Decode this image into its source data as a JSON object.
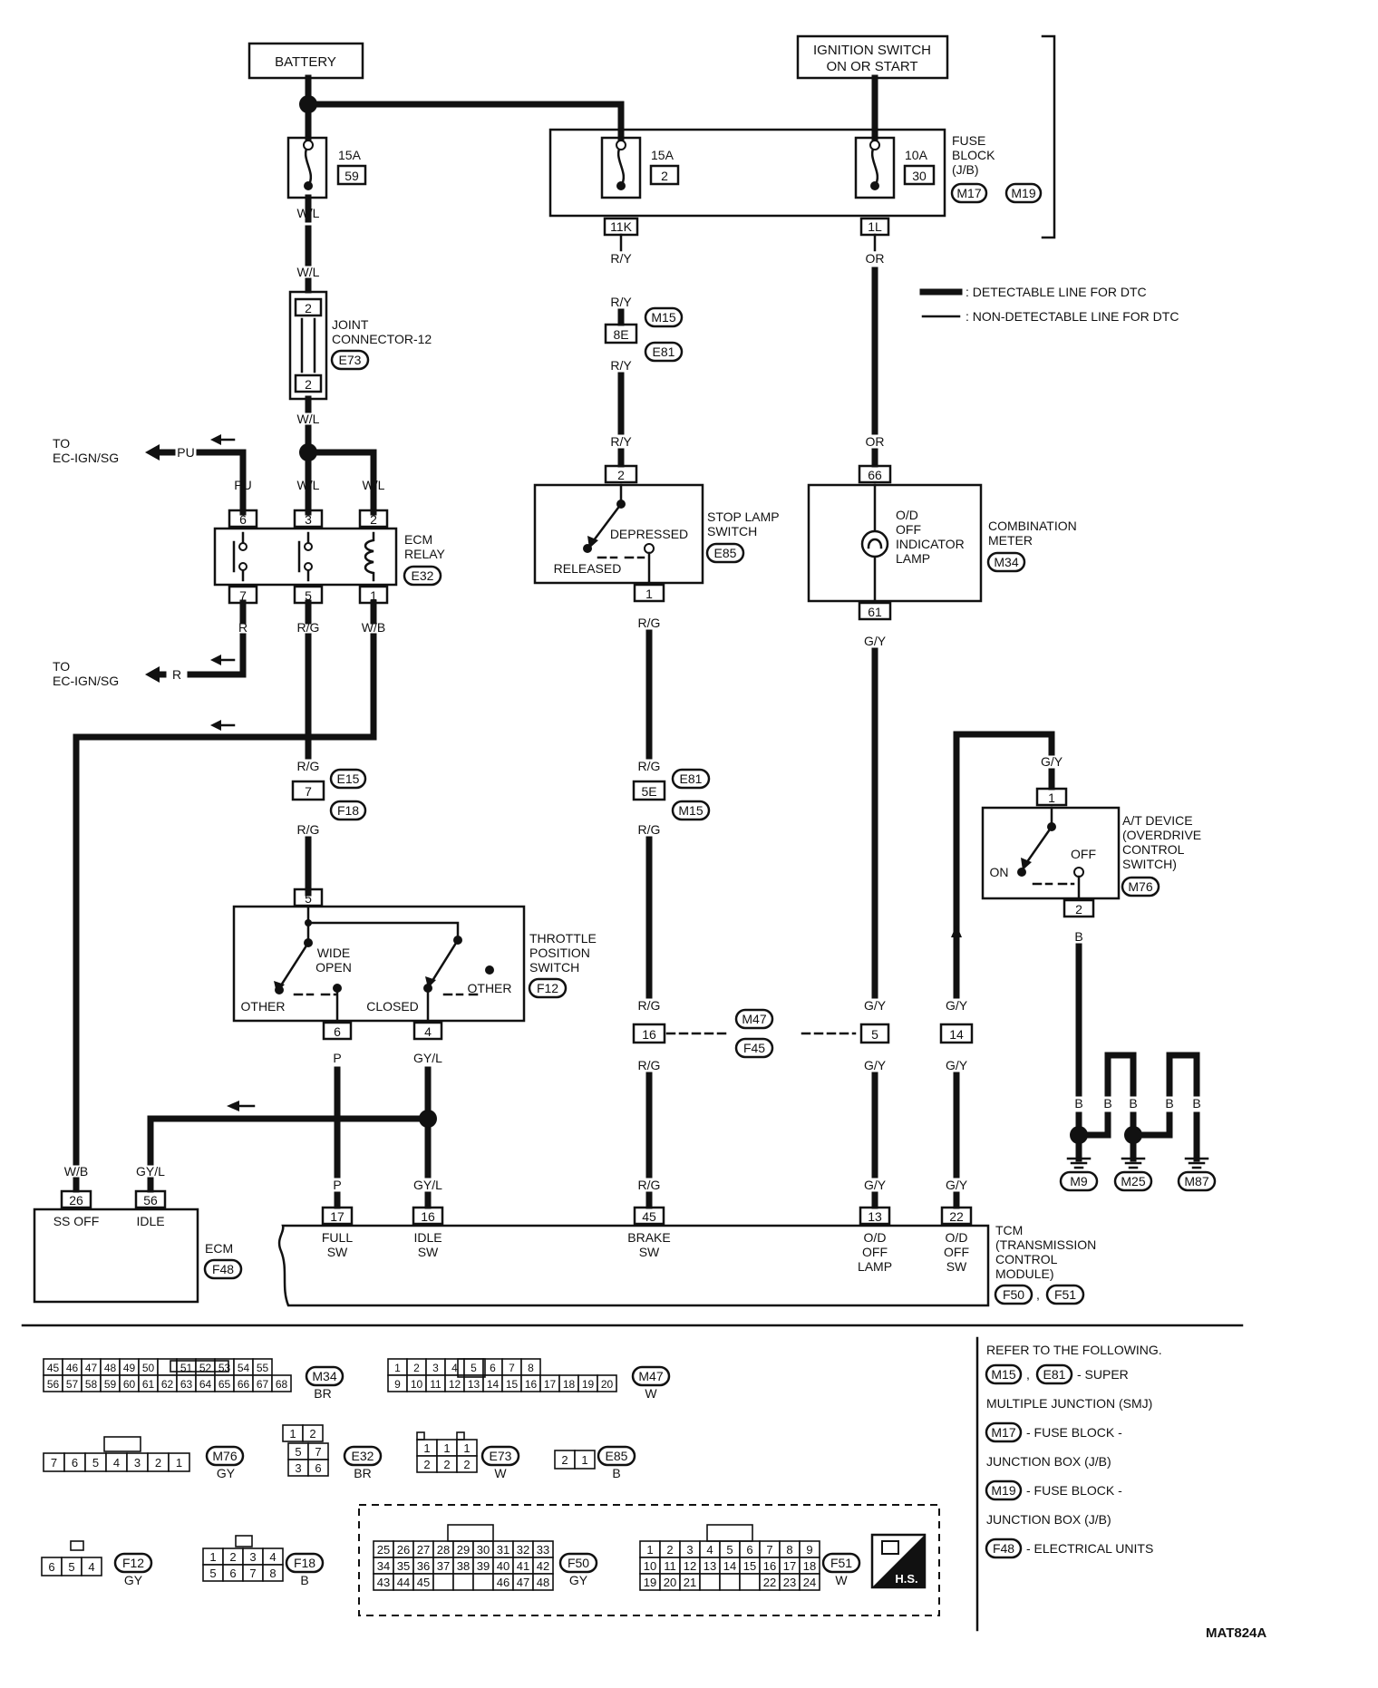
{
  "labels": {
    "battery": "BATTERY",
    "ign_line1": "IGNITION SWITCH",
    "ign_line2": "ON OR START",
    "fuse_block_1": "FUSE",
    "fuse_block_2": "BLOCK",
    "fuse_block_3": "(J/B)",
    "fuse_59_amp": "15A",
    "fuse_59_no": "59",
    "fuse_2_amp": "15A",
    "fuse_2_no": "2",
    "fuse_30_amp": "10A",
    "fuse_30_no": "30",
    "conn_11k": "11K",
    "conn_1l": "1L",
    "legend_detect": ": DETECTABLE LINE FOR DTC",
    "legend_nondetect": ": NON-DETECTABLE LINE FOR DTC",
    "joint_1": "JOINT",
    "joint_2": "CONNECTOR-12",
    "to_ec_1": "TO",
    "to_ec_2": "EC-IGN/SG",
    "ecm_relay_1": "ECM",
    "ecm_relay_2": "RELAY",
    "stop_lamp_1": "STOP LAMP",
    "stop_lamp_2": "SWITCH",
    "depressed": "DEPRESSED",
    "released": "RELEASED",
    "od_1": "O/D",
    "od_2": "OFF",
    "od_3": "INDICATOR",
    "od_4": "LAMP",
    "comb_1": "COMBINATION",
    "comb_2": "METER",
    "at_1": "A/T DEVICE",
    "at_2": "(OVERDRIVE",
    "at_3": "CONTROL",
    "at_4": "SWITCH)",
    "on": "ON",
    "off": "OFF",
    "tps_1": "THROTTLE",
    "tps_2": "POSITION",
    "tps_3": "SWITCH",
    "wide_1": "WIDE",
    "wide_2": "OPEN",
    "other": "OTHER",
    "closed": "CLOSED",
    "ecm": "ECM",
    "ss_off": "SS OFF",
    "idle": "IDLE",
    "full_sw_1": "FULL",
    "full_sw_2": "SW",
    "idle_sw_1": "IDLE",
    "idle_sw_2": "SW",
    "brake_1": "BRAKE",
    "brake_2": "SW",
    "odl_1": "O/D",
    "odl_2": "OFF",
    "odl_3": "LAMP",
    "ods_1": "O/D",
    "ods_2": "OFF",
    "ods_3": "SW",
    "tcm_1": "TCM",
    "tcm_2": "(TRANSMISSION",
    "tcm_3": "CONTROL",
    "tcm_4": "MODULE)",
    "refer_title": "REFER TO THE FOLLOWING.",
    "refer_smj_1": "- SUPER",
    "refer_smj_2": "MULTIPLE JUNCTION (SMJ)",
    "refer_fb_1": "- FUSE BLOCK -",
    "refer_jb": "JUNCTION BOX (J/B)",
    "refer_eu": "- ELECTRICAL UNITS",
    "hs": "H.S.",
    "ref_code": "MAT824A"
  },
  "ids": {
    "M15": "M15",
    "E81": "E81",
    "M17": "M17",
    "M19": "M19",
    "E73": "E73",
    "E32": "E32",
    "E85": "E85",
    "M34": "M34",
    "E15": "E15",
    "F18": "F18",
    "M76": "M76",
    "F12": "F12",
    "M47": "M47",
    "F45": "F45",
    "M9": "M9",
    "M25": "M25",
    "M87": "M87",
    "F48": "F48",
    "F50": "F50",
    "F51": "F51"
  },
  "wires": {
    "WL": "W/L",
    "RY": "R/Y",
    "OR": "OR",
    "PU": "PU",
    "R": "R",
    "RG": "R/G",
    "WB": "W/B",
    "GY": "G/Y",
    "P": "P",
    "GYL": "GY/L",
    "B": "B"
  },
  "pins": {
    "p2": "2",
    "p6": "6",
    "p3": "3",
    "p7": "7",
    "p5": "5",
    "p1": "1",
    "p66": "66",
    "p61": "61",
    "p8e": "8E",
    "p5e": "5E",
    "p4": "4",
    "p16": "16",
    "p14": "14",
    "p26": "26",
    "p56": "56",
    "p17": "17",
    "p45": "45",
    "p13": "13",
    "p22": "22"
  },
  "connectors": {
    "m34_top": [
      "45",
      "46",
      "47",
      "48",
      "49",
      "50",
      "",
      "51",
      "52",
      "53",
      "54",
      "55"
    ],
    "m34_bot": [
      "56",
      "57",
      "58",
      "59",
      "60",
      "61",
      "62",
      "63",
      "64",
      "65",
      "66",
      "67",
      "68"
    ],
    "m34_color": "BR",
    "m47_top": [
      "1",
      "2",
      "3",
      "4",
      "5",
      "6",
      "7",
      "8"
    ],
    "m47_bot": [
      "9",
      "10",
      "11",
      "12",
      "13",
      "14",
      "15",
      "16",
      "17",
      "18",
      "19",
      "20"
    ],
    "m47_color": "W",
    "m76_row": [
      "7",
      "6",
      "5",
      "4",
      "3",
      "2",
      "1"
    ],
    "m76_color": "GY",
    "e32_top": [
      "1",
      "2"
    ],
    "e32_mid": [
      "5",
      "7"
    ],
    "e32_bot": [
      "3",
      "6"
    ],
    "e32_color": "BR",
    "e73_top": [
      "1",
      "1",
      "1"
    ],
    "e73_bot": [
      "2",
      "2",
      "2"
    ],
    "e73_color": "W",
    "e85_row": [
      "2",
      "1"
    ],
    "e85_color": "B",
    "f12_row": [
      "6",
      "5",
      "4"
    ],
    "f12_color": "GY",
    "f18_top": [
      "1",
      "2",
      "3",
      "4"
    ],
    "f18_bot": [
      "5",
      "6",
      "7",
      "8"
    ],
    "f18_color": "B",
    "f50_r1": [
      "25",
      "26",
      "27",
      "28",
      "29",
      "30",
      "31",
      "32",
      "33"
    ],
    "f50_r2": [
      "34",
      "35",
      "36",
      "37",
      "38",
      "39",
      "40",
      "41",
      "42"
    ],
    "f50_r3": [
      "43",
      "44",
      "45",
      "",
      "",
      "",
      "46",
      "47",
      "48"
    ],
    "f50_color": "GY",
    "f51_r1": [
      "1",
      "2",
      "3",
      "4",
      "5",
      "6",
      "7",
      "8",
      "9"
    ],
    "f51_r2": [
      "10",
      "11",
      "12",
      "13",
      "14",
      "15",
      "16",
      "17",
      "18"
    ],
    "f51_r3": [
      "19",
      "20",
      "21",
      "",
      "",
      "",
      "22",
      "23",
      "24"
    ],
    "f51_color": "W"
  }
}
